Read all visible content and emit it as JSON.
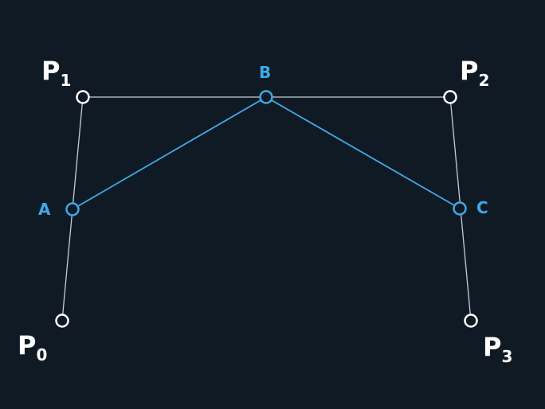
{
  "diagram": {
    "control_points": [
      {
        "id": "p0",
        "label": "P",
        "sub": "0"
      },
      {
        "id": "p1",
        "label": "P",
        "sub": "1"
      },
      {
        "id": "p2",
        "label": "P",
        "sub": "2"
      },
      {
        "id": "p3",
        "label": "P",
        "sub": "3"
      }
    ],
    "interpolated_points": [
      {
        "id": "a",
        "label": "A"
      },
      {
        "id": "b",
        "label": "B"
      },
      {
        "id": "c",
        "label": "C"
      }
    ],
    "colors": {
      "background": "#0f1a24",
      "control": "#ffffff",
      "control_line": "#c9cdd2",
      "interpolated": "#3fa9e8"
    }
  }
}
